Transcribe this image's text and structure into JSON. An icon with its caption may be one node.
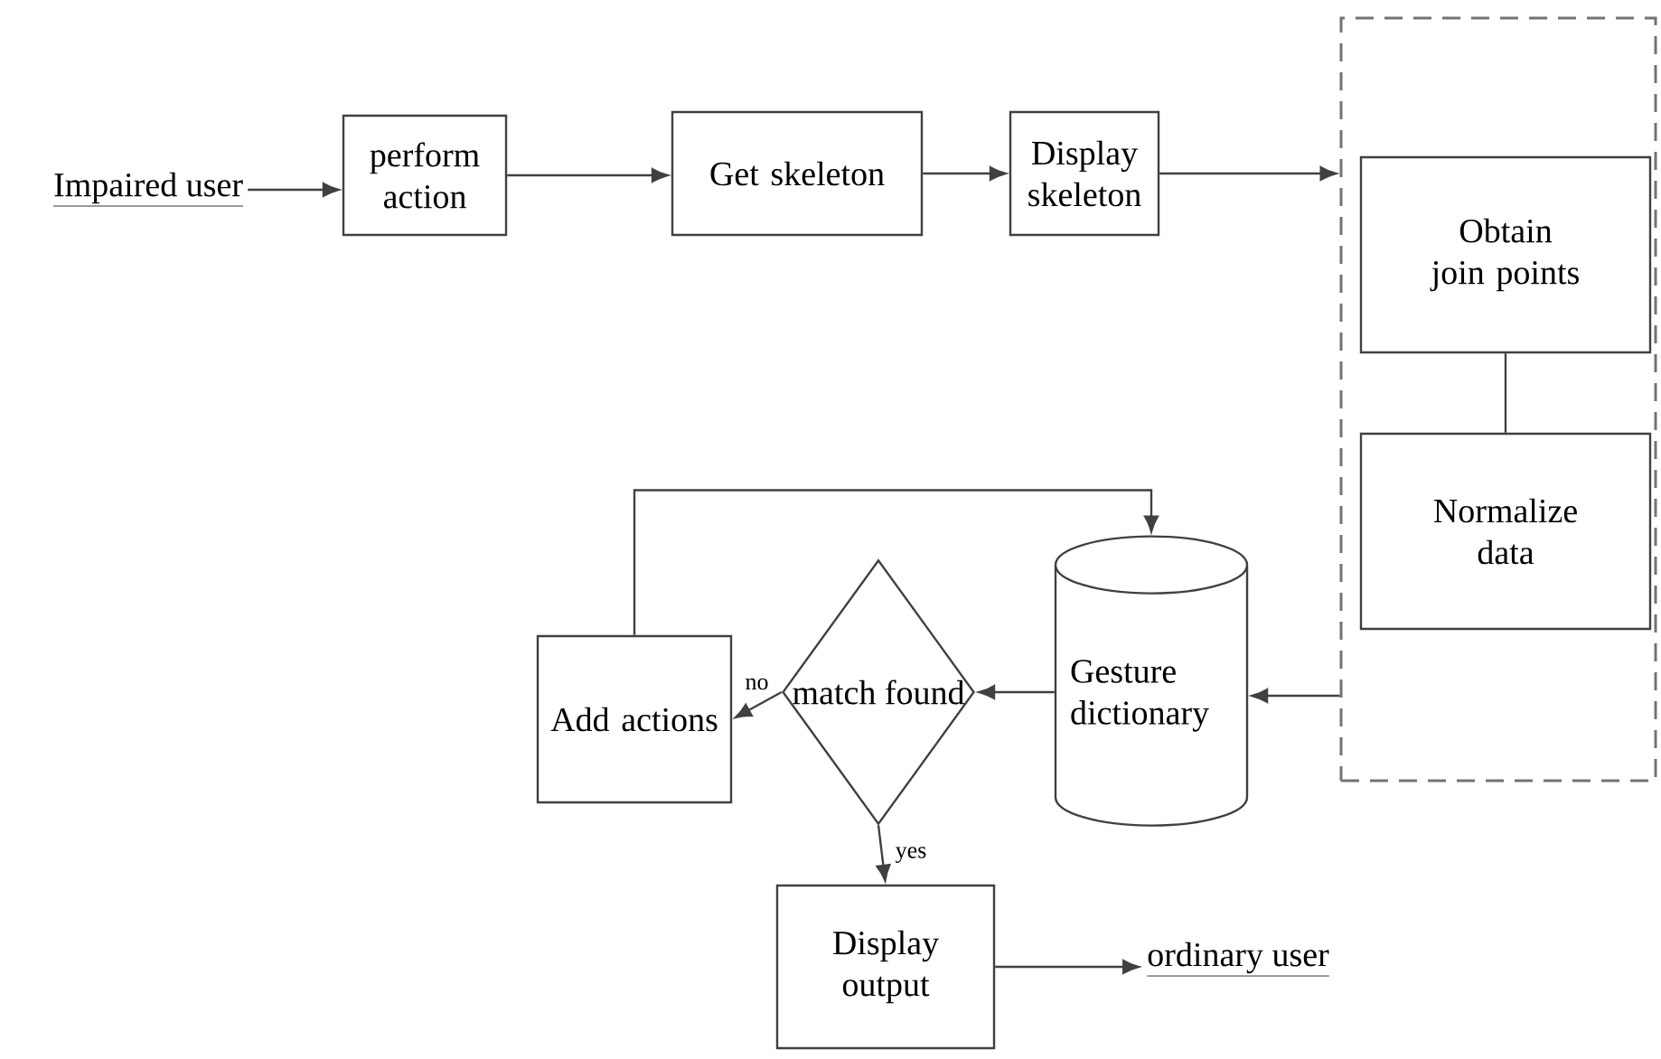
{
  "diagram": {
    "nodes": [
      {
        "text": [
          "Impaired user"
        ]
      },
      {
        "text": [
          "perform action"
        ]
      },
      {
        "text": [
          "Get skeleton"
        ]
      },
      {
        "text": [
          "Display skeleton"
        ]
      },
      {
        "text": [],
        "shape": "box"
      },
      {
        "text": [
          "Obtain join points"
        ],
        "in": 4
      },
      {
        "text": [
          "Normalize data"
        ],
        "in": 4
      },
      {
        "text": [
          "Gesture dictionary"
        ]
      },
      {
        "text": [
          "match found"
        ]
      },
      {
        "text": [
          "Add actions"
        ]
      },
      {
        "text": [
          "Display output"
        ]
      },
      {
        "text": [
          "ordinary user"
        ]
      }
    ],
    "edges": [
      {
        "from": 0,
        "to": 1,
        "arrow": "to"
      },
      {
        "from": 1,
        "to": 2,
        "arrow": "to"
      },
      {
        "from": 2,
        "to": 3,
        "arrow": "to"
      },
      {
        "from": 3,
        "to": 4,
        "arrow": "to"
      },
      {
        "from": 5,
        "to": 6,
        "arrow": "none"
      },
      {
        "from": 4,
        "to": 7,
        "arrow": "to"
      },
      {
        "from": 7,
        "to": 8,
        "arrow": "to"
      },
      {
        "from": 8,
        "to": 9,
        "label": "no",
        "arrow": "to"
      },
      {
        "from": 9,
        "to": 7,
        "arrow": "to"
      },
      {
        "from": 8,
        "to": 10,
        "label": "yes",
        "arrow": "to"
      },
      {
        "from": 10,
        "to": 11,
        "arrow": "to"
      }
    ]
  }
}
